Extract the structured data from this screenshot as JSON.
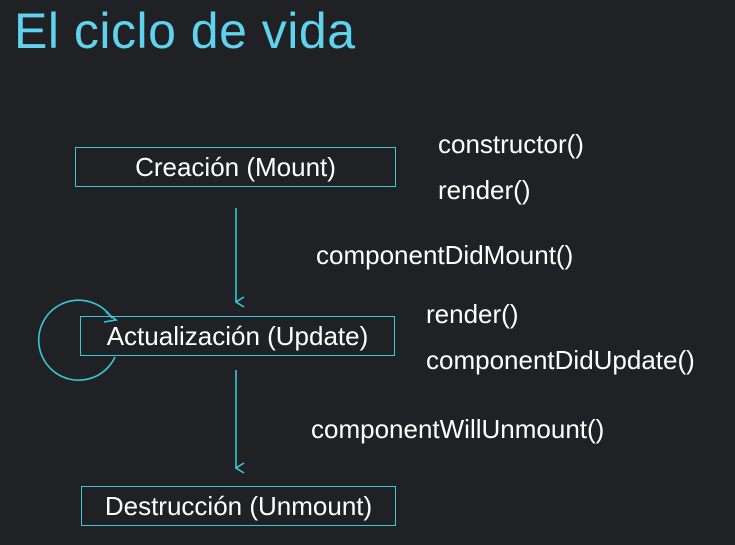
{
  "title": "El ciclo de vida",
  "stages": {
    "mount": "Creación (Mount)",
    "update": "Actualización (Update)",
    "unmount": "Destrucción (Unmount)"
  },
  "methods": {
    "mount": [
      "constructor()",
      "render()"
    ],
    "mount_to_update": "componentDidMount()",
    "update": [
      "render()",
      "componentDidUpdate()"
    ],
    "update_to_unmount": "componentWillUnmount()"
  },
  "colors": {
    "background": "#1f2124",
    "accent": "#35c9d9",
    "title": "#5fd3ee",
    "text": "#ffffff"
  }
}
